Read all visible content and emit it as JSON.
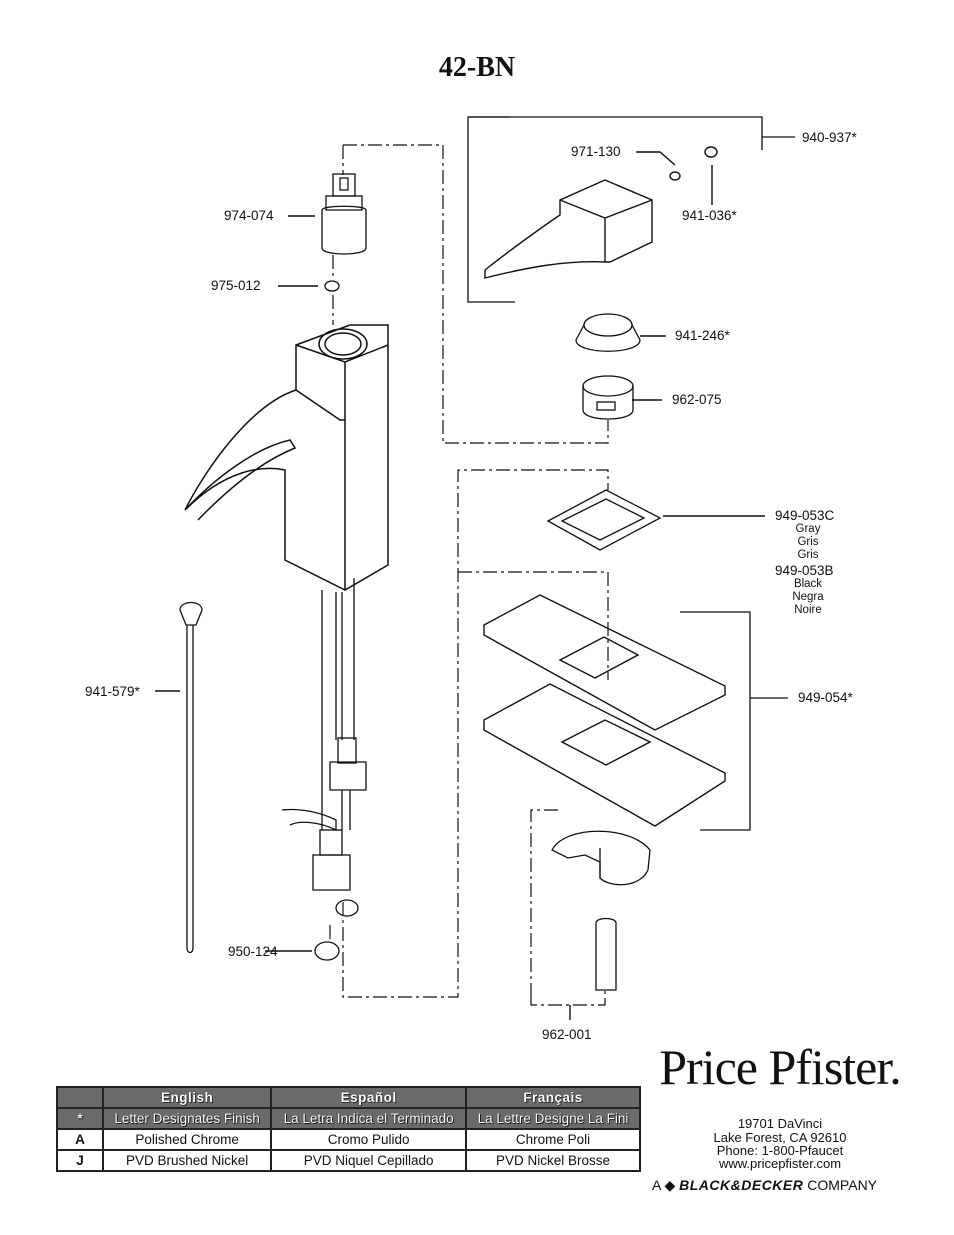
{
  "page_title": "42-BN",
  "parts": {
    "p974_074": "974-074",
    "p975_012": "975-012",
    "p971_130": "971-130",
    "p941_036": "941-036*",
    "p940_937": "940-937*",
    "p941_246": "941-246*",
    "p962_075": "962-075",
    "p949_053C": "949-053C",
    "p949_053C_colors": [
      "Gray",
      "Gris",
      "Gris"
    ],
    "p949_053B": "949-053B",
    "p949_053B_colors": [
      "Black",
      "Negra",
      "Noire"
    ],
    "p949_054": "949-054*",
    "p941_579": "941-579*",
    "p950_124": "950-124",
    "p962_001": "962-001"
  },
  "finish_table": {
    "headers": [
      "",
      "English",
      "Español",
      "Français"
    ],
    "rows": [
      [
        "*",
        "Letter Designates Finish",
        "La Letra Indica el Terminado",
        "La Lettre Designe La Fini"
      ],
      [
        "A",
        "Polished Chrome",
        "Cromo Pulido",
        "Chrome Poli"
      ],
      [
        "J",
        "PVD Brushed Nickel",
        "PVD Niquel Cepillado",
        "PVD Nickel Brosse"
      ]
    ]
  },
  "brand": {
    "logo": "Price Pfister.",
    "address_line1": "19701 DaVinci",
    "address_line2": "Lake Forest, CA 92610",
    "phone": "Phone: 1-800-Pfaucet",
    "website": "www.pricepfister.com",
    "company_prefix": "A",
    "company_name": "BLACK&DECKER",
    "company_suffix": "COMPANY"
  }
}
